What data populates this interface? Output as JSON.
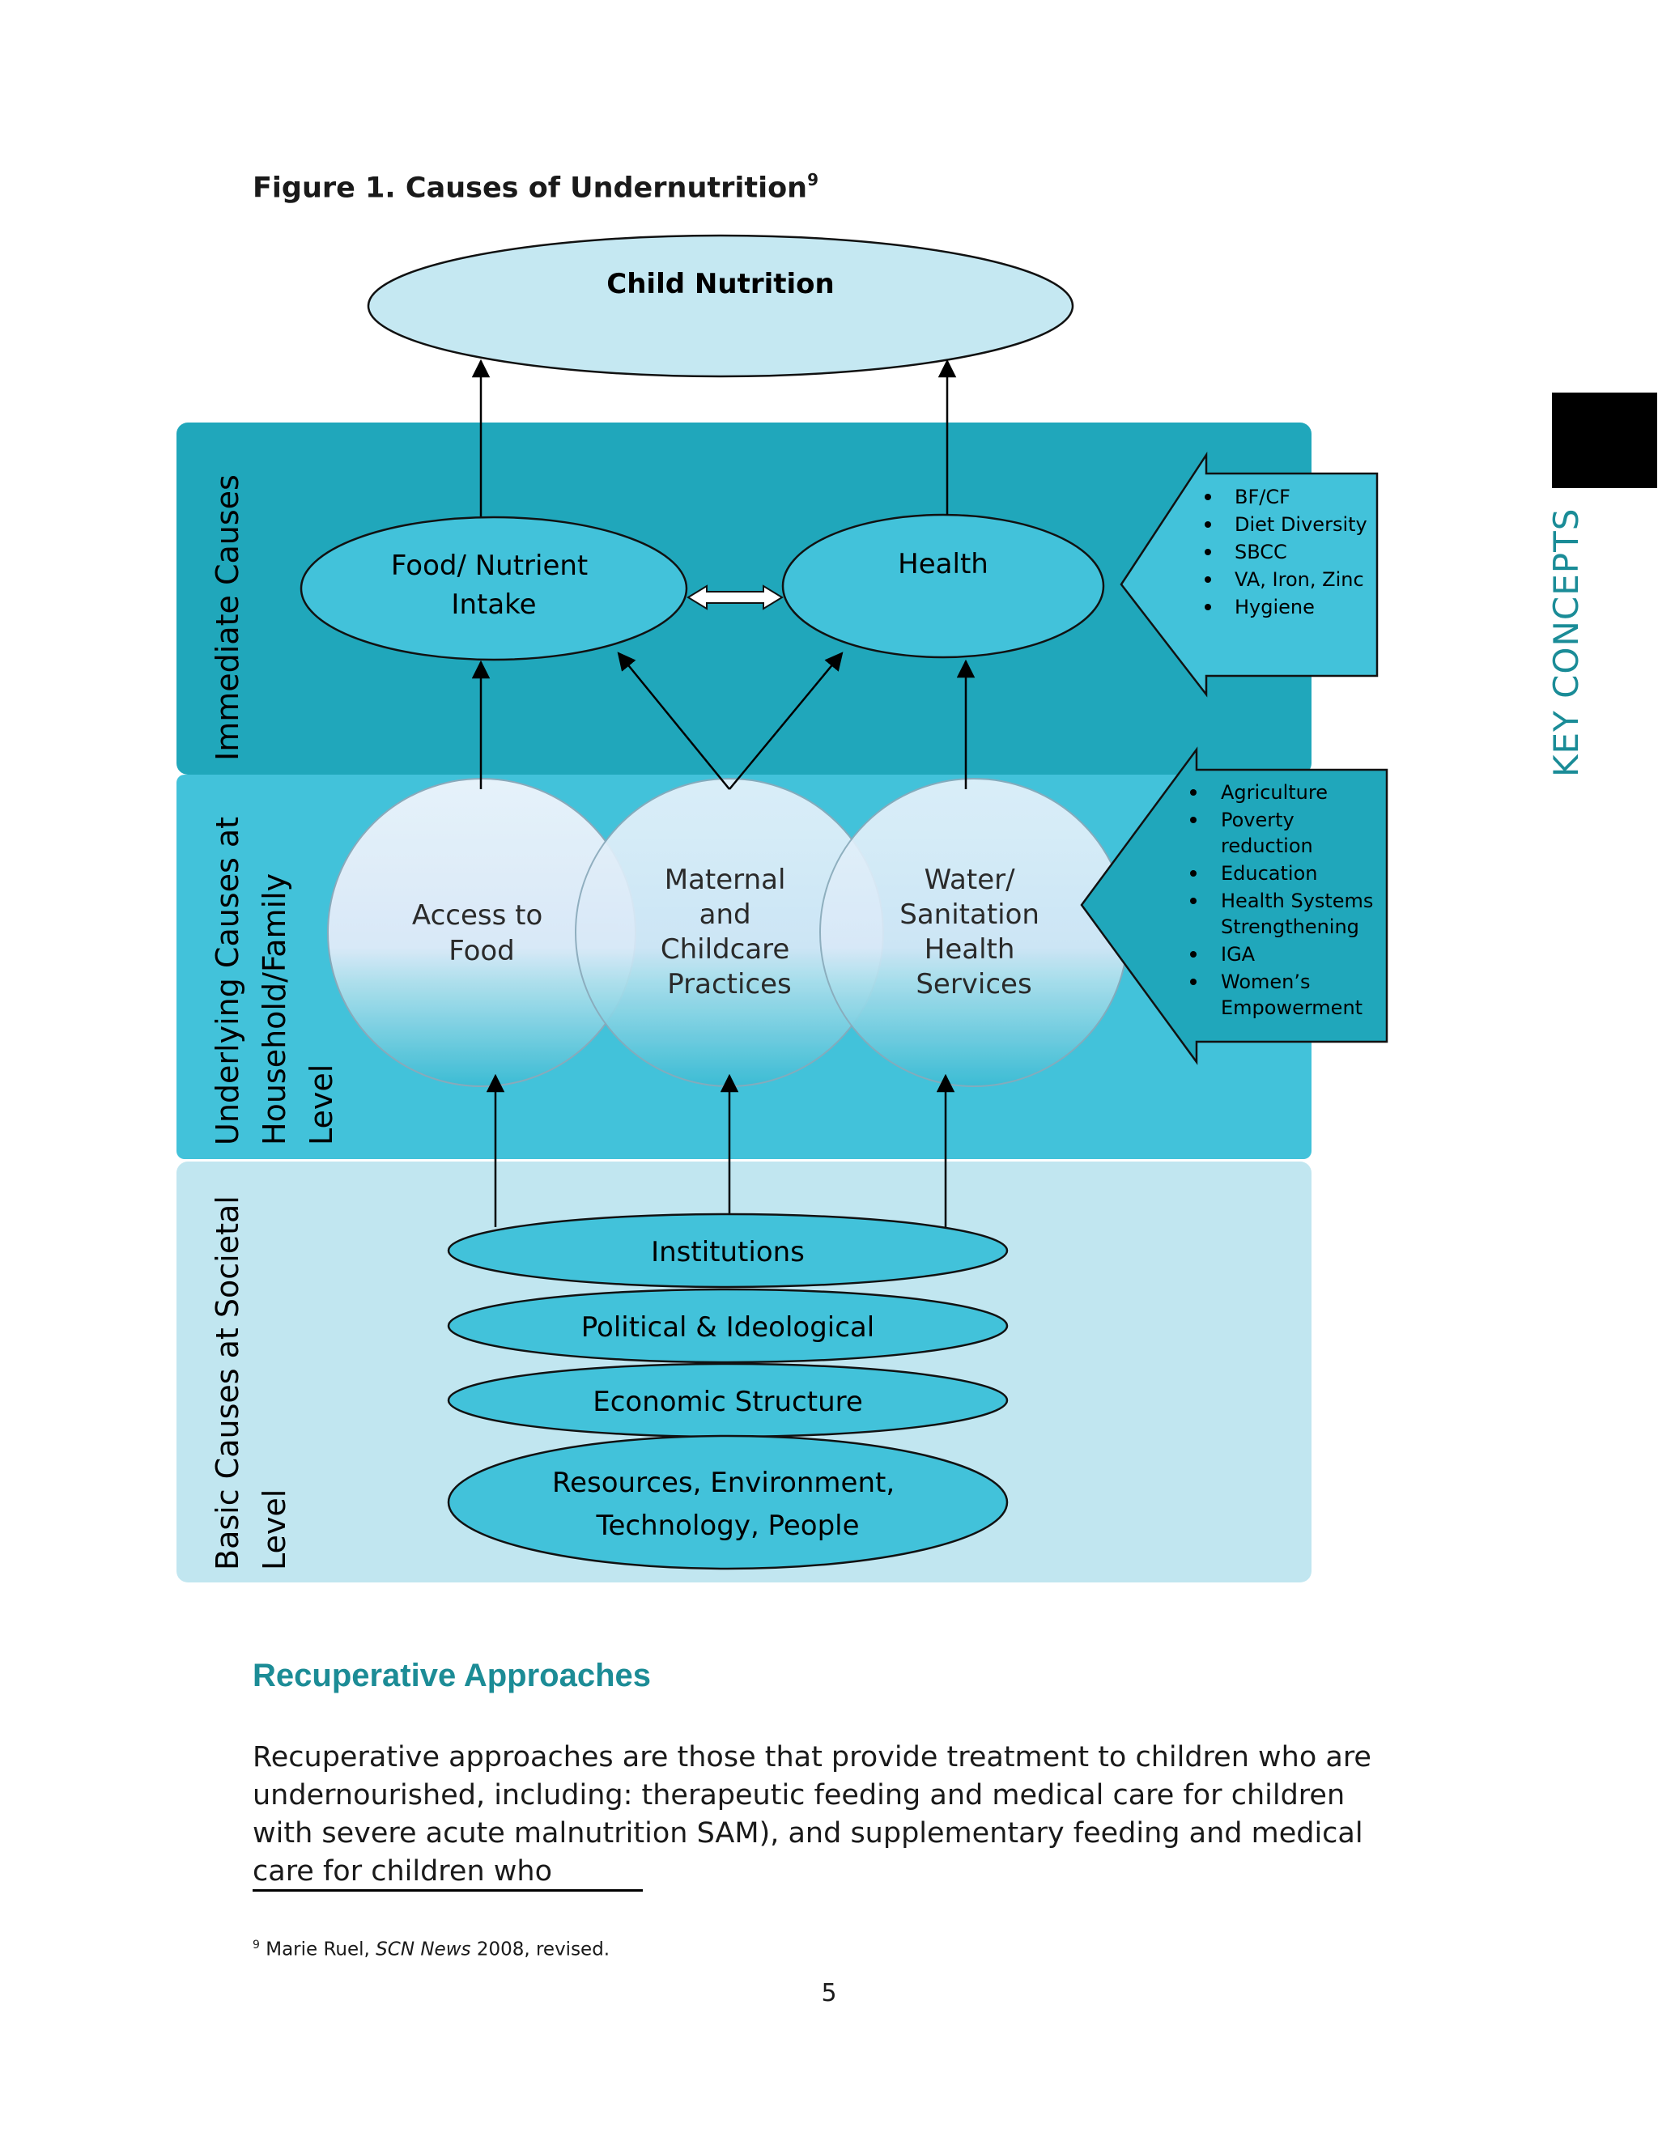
{
  "figure": {
    "title": "Figure 1. Causes of Undernutrition",
    "title_sup": "9"
  },
  "diagram": {
    "top_node": "Child Nutrition",
    "bands": [
      {
        "label_lines": [
          "Immediate Causes"
        ]
      },
      {
        "label_lines": [
          "Underlying Causes at",
          "Household/Family",
          "Level"
        ]
      },
      {
        "label_lines": [
          "Basic Causes at Societal",
          "Level"
        ]
      }
    ],
    "immediate": {
      "left": [
        "Food/ Nutrient",
        "Intake"
      ],
      "right": [
        "Health"
      ]
    },
    "underlying": {
      "circles": [
        [
          "Access to",
          "Food"
        ],
        [
          "Maternal",
          "and",
          "Childcare",
          "Practices"
        ],
        [
          "Water/",
          "Sanitation",
          "Health",
          "Services"
        ]
      ]
    },
    "basic": {
      "ellipses": [
        [
          "Institutions"
        ],
        [
          "Political & Ideological"
        ],
        [
          "Economic Structure"
        ],
        [
          "Resources, Environment,",
          "Technology, People"
        ]
      ]
    },
    "arrow_boxes": {
      "immediate": [
        "BF/CF",
        "Diet Diversity",
        "SBCC",
        "VA, Iron, Zinc",
        "Hygiene"
      ],
      "underlying": [
        [
          "Agriculture"
        ],
        [
          "Poverty",
          "reduction"
        ],
        [
          "Education"
        ],
        [
          "Health Systems",
          "Strengthening"
        ],
        [
          "IGA"
        ],
        [
          "Women’s",
          "Empowerment"
        ]
      ]
    },
    "colors": {
      "band_immediate": "#20a7bb",
      "band_underlying": "#42c2da",
      "band_basic": "#c1e6f0",
      "node_fill": "#42c2da",
      "top_node_fill": "#c5e8f2"
    }
  },
  "side": {
    "label": "KEY CONCEPTS"
  },
  "section": {
    "heading": "Recuperative Approaches",
    "paragraph": "Recuperative approaches are those that provide treatment to children who are undernourished, including: therapeutic feeding and medical care for children with severe acute malnutrition SAM), and supplementary feeding and medical care for children who"
  },
  "footnote": {
    "marker": "9",
    "author": "Marie Ruel,",
    "source": "SCN News",
    "rest": "2008, revised."
  },
  "page": {
    "number": "5"
  }
}
